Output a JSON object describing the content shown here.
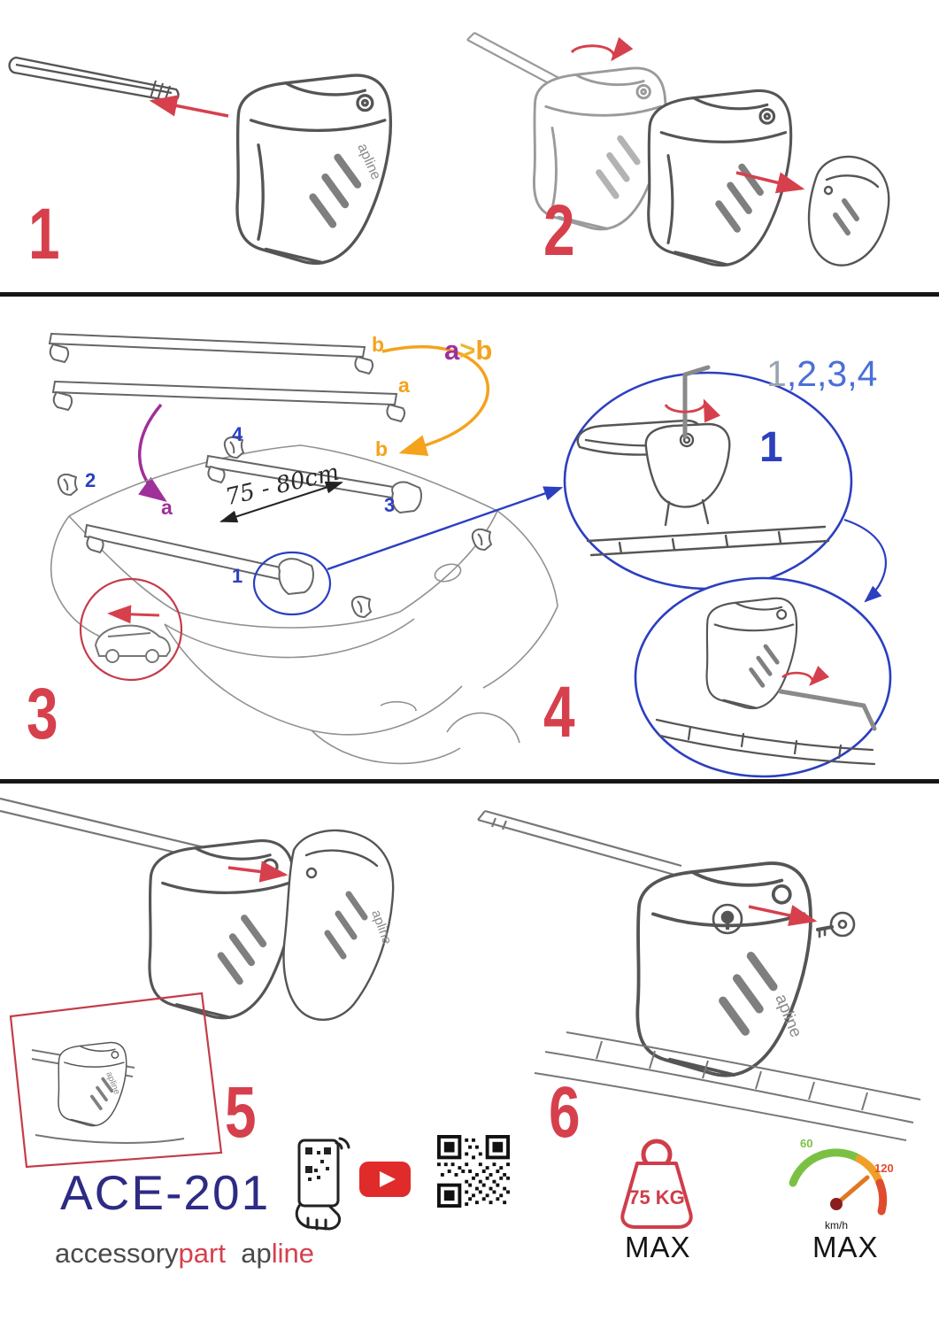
{
  "colors": {
    "accent_red": "#d6404d",
    "accent_blue": "#2b3fc0",
    "purple": "#a0309a",
    "orange": "#f5a21d",
    "yellow": "#f0b429",
    "navy": "#2e2b85",
    "line_art": "#555555"
  },
  "brand": {
    "mark": "apline"
  },
  "steps": {
    "s1": {
      "number": "1"
    },
    "s2": {
      "number": "2"
    },
    "s3": {
      "number": "3",
      "stack_label_b": "b",
      "stack_label_a": "a",
      "order_a": "a",
      "order_gt": ">",
      "order_b": "b",
      "roof_label_a": "a",
      "roof_label_b": "b",
      "pos1": "1",
      "pos2": "2",
      "pos3": "3",
      "pos4": "4",
      "measurement": "75 - 80cm"
    },
    "s4": {
      "number": "4",
      "sequence_first": "1",
      "sequence_rest": ",2,3,4",
      "detail_number": "1"
    },
    "s5": {
      "number": "5"
    },
    "s6": {
      "number": "6"
    }
  },
  "footer": {
    "product_code": "ACE-201",
    "brand_line": {
      "part1_gray": "accessory",
      "part1_red": "part",
      "part2_gray": "ap",
      "part2_red": "line"
    },
    "weight": {
      "value": "75 KG",
      "max_label": "MAX"
    },
    "speed": {
      "tick_low": "60",
      "tick_high": "120",
      "unit": "km/h",
      "max_label": "MAX"
    }
  }
}
